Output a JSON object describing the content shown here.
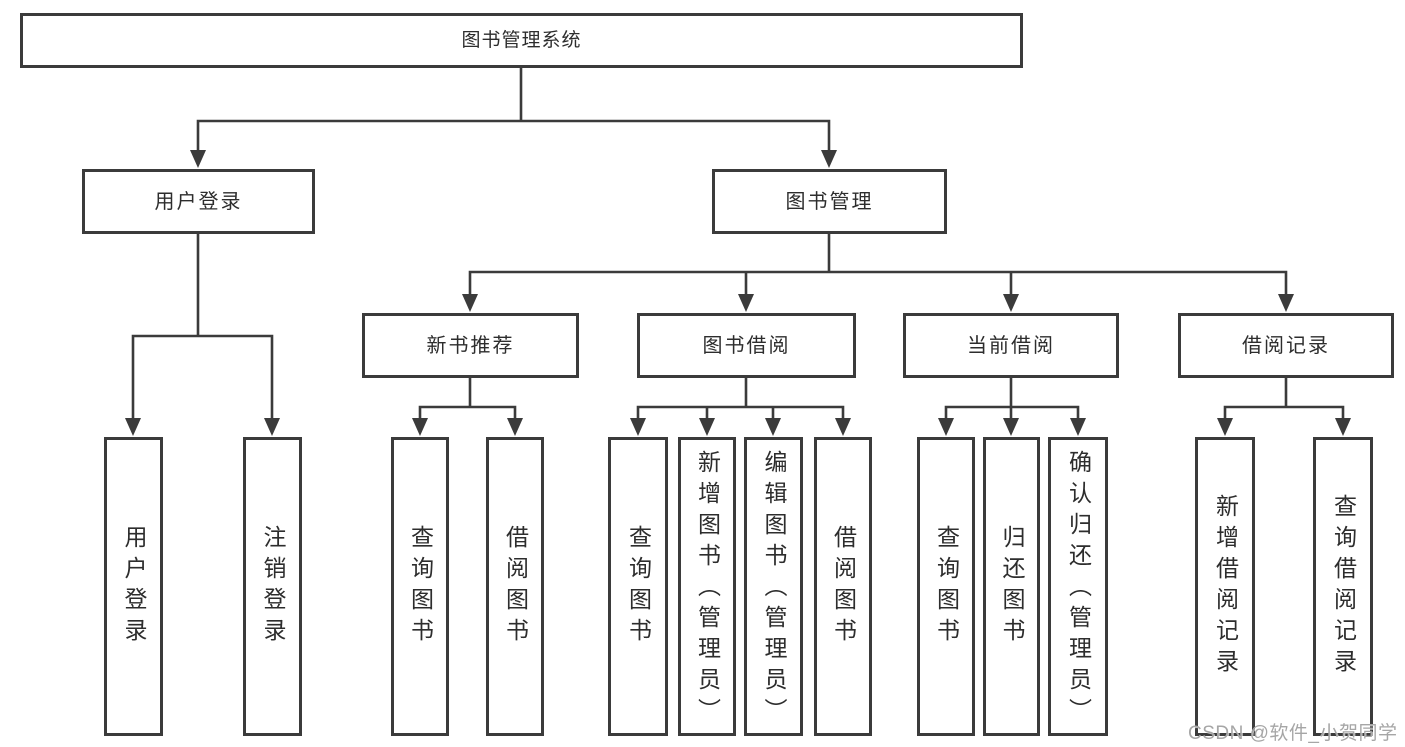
{
  "diagram_type": "hierarchy-tree",
  "colors": {
    "line": "#3b3b3b",
    "box_border": "#3b3b3b",
    "box_fill": "#ffffff",
    "text": "#2d2d2d",
    "watermark_text": "#a6a6a6",
    "background": "#ffffff"
  },
  "tree": {
    "label": "图书管理系统",
    "children": [
      {
        "label": "用户登录",
        "children": [
          {
            "label": "用户登录"
          },
          {
            "label": "注销登录"
          }
        ]
      },
      {
        "label": "图书管理",
        "children": [
          {
            "label": "新书推荐",
            "children": [
              {
                "label": "查询图书"
              },
              {
                "label": "借阅图书"
              }
            ]
          },
          {
            "label": "图书借阅",
            "children": [
              {
                "label": "查询图书"
              },
              {
                "label": "新增图书（管理员）"
              },
              {
                "label": "编辑图书（管理员）"
              },
              {
                "label": "借阅图书"
              }
            ]
          },
          {
            "label": "当前借阅",
            "children": [
              {
                "label": "查询图书"
              },
              {
                "label": "归还图书"
              },
              {
                "label": "确认归还（管理员）"
              }
            ]
          },
          {
            "label": "借阅记录",
            "children": [
              {
                "label": "新增借阅记录"
              },
              {
                "label": "查询借阅记录"
              }
            ]
          }
        ]
      }
    ]
  },
  "watermark": {
    "text": "CSDN @软件_小贺同学"
  }
}
